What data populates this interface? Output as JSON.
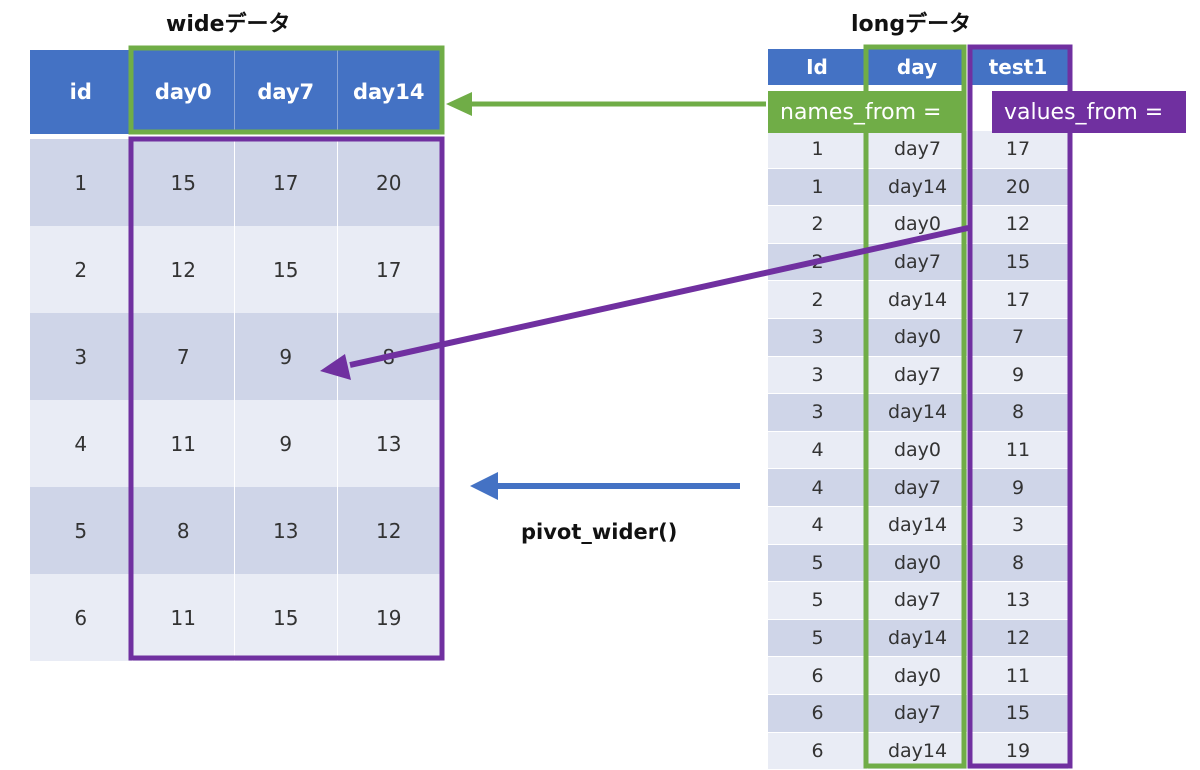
{
  "wide_title": "wideデータ",
  "long_title": "longデータ",
  "pivot_label": "pivot_wider()",
  "names_from_label": "names_from =",
  "values_from_label": "values_from =",
  "colors": {
    "header_blue": "#4472c4",
    "green": "#70ad47",
    "purple": "#7030a0",
    "arrow_blue": "#4472c4"
  },
  "wide": {
    "headers": [
      "id",
      "day0",
      "day7",
      "day14"
    ],
    "rows": [
      [
        "1",
        "15",
        "17",
        "20"
      ],
      [
        "2",
        "12",
        "15",
        "17"
      ],
      [
        "3",
        "7",
        "9",
        "8"
      ],
      [
        "4",
        "11",
        "9",
        "13"
      ],
      [
        "5",
        "8",
        "13",
        "12"
      ],
      [
        "6",
        "11",
        "15",
        "19"
      ]
    ]
  },
  "long": {
    "headers": [
      "Id",
      "day",
      "test1"
    ],
    "rows": [
      [
        "1",
        "day7",
        "17"
      ],
      [
        "1",
        "day14",
        "20"
      ],
      [
        "2",
        "day0",
        "12"
      ],
      [
        "2",
        "day7",
        "15"
      ],
      [
        "2",
        "day14",
        "17"
      ],
      [
        "3",
        "day0",
        "7"
      ],
      [
        "3",
        "day7",
        "9"
      ],
      [
        "3",
        "day14",
        "8"
      ],
      [
        "4",
        "day0",
        "11"
      ],
      [
        "4",
        "day7",
        "9"
      ],
      [
        "4",
        "day14",
        "3"
      ],
      [
        "5",
        "day0",
        "8"
      ],
      [
        "5",
        "day7",
        "13"
      ],
      [
        "5",
        "day14",
        "12"
      ],
      [
        "6",
        "day0",
        "11"
      ],
      [
        "6",
        "day7",
        "15"
      ],
      [
        "6",
        "day14",
        "19"
      ]
    ]
  }
}
